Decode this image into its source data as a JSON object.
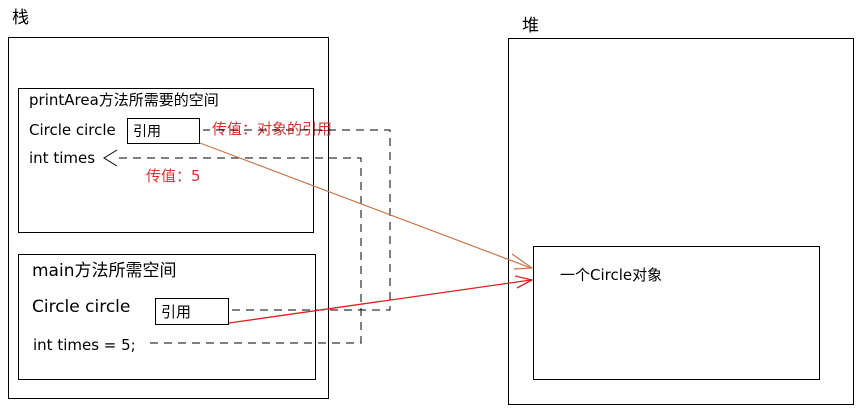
{
  "stack": {
    "title": "栈",
    "print_area_frame": {
      "title": "printArea方法所需要的空间",
      "circle_var": "Circle circle",
      "circle_ref": "引用",
      "times_var": "int times",
      "pass_ref_label": "传值：对象的引用",
      "pass_value_label": "传值：5"
    },
    "main_frame": {
      "title": "main方法所需空间",
      "circle_var": "Circle circle",
      "circle_ref": "引用",
      "times_var": "int times = 5;"
    }
  },
  "heap": {
    "title": "堆",
    "object_label": "一个Circle对象"
  },
  "colors": {
    "stroke": "#000000",
    "pass_label": "#e03030",
    "arrow_from_main": "#e02020",
    "arrow_from_print_area": "#c8774a"
  }
}
